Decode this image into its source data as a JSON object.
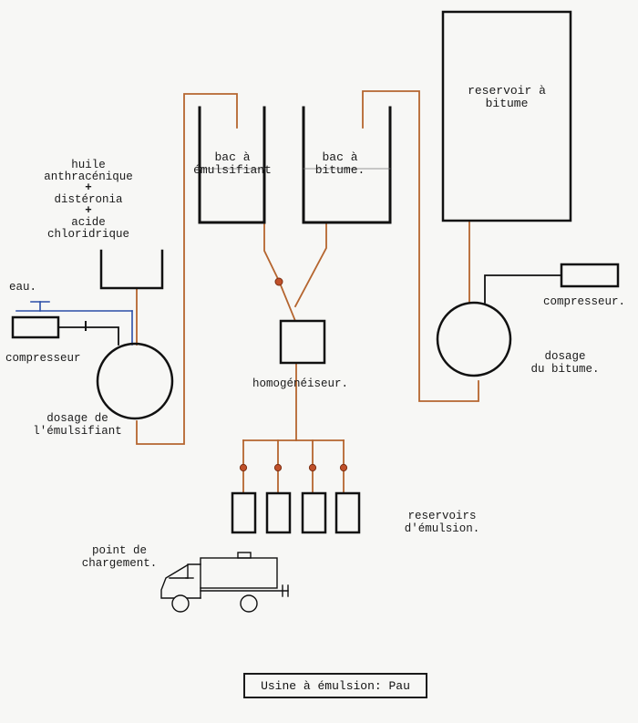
{
  "caption": "Usine à émulsion: Pau",
  "labels": {
    "reservoir_bitume": [
      "reservoir à",
      "bitume"
    ],
    "bac_emulsifiant": [
      "bac à",
      "émulsifiant"
    ],
    "bac_bitume": [
      "bac à",
      "bitume."
    ],
    "additives": [
      "huile",
      "anthracénique",
      "+",
      "distéronia",
      "+",
      "acide",
      "chloridrique"
    ],
    "eau": "eau.",
    "compresseur_left": "compresseur",
    "compresseur_right": "compresseur.",
    "dosage_emulsifiant": [
      "dosage de",
      "l'émulsifiant"
    ],
    "dosage_bitume": [
      "dosage",
      "du bitume."
    ],
    "homogeneiseur": "homogénéiseur.",
    "reservoirs_emulsion": [
      "reservoirs",
      "d'émulsion."
    ],
    "point_chargement": [
      "point de",
      "chargement."
    ]
  },
  "colors": {
    "ink": "#111111",
    "pipe": "#b5652f",
    "water": "#2b4fa8",
    "valve": "#c0502a"
  }
}
